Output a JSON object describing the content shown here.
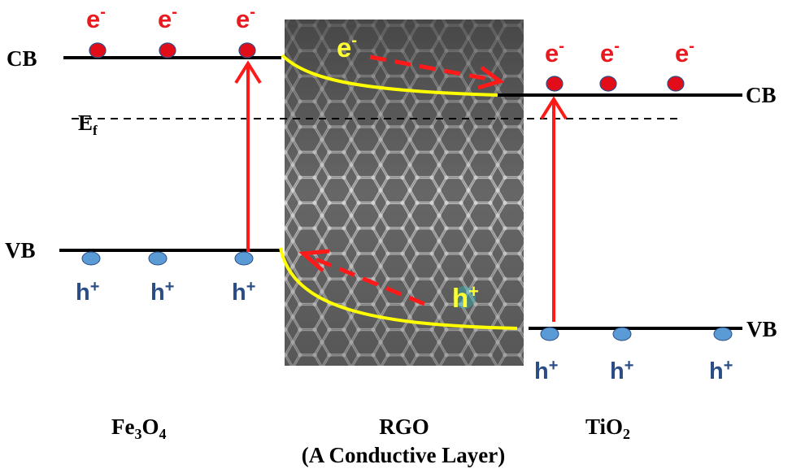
{
  "levels": {
    "cb_left": "CB",
    "vb_left": "VB",
    "cb_right": "CB",
    "vb_right": "VB",
    "ef": {
      "main": "E",
      "sub": "f"
    }
  },
  "carriers": {
    "electron": {
      "main": "e",
      "sup": "-"
    },
    "hole": {
      "main": "h",
      "sup": "+"
    }
  },
  "materials": {
    "left": {
      "parts": [
        {
          "t": "Fe"
        },
        {
          "t": "3",
          "sub": true
        },
        {
          "t": "O"
        },
        {
          "t": "4",
          "sub": true
        }
      ]
    },
    "middle": "RGO",
    "middle_note": "(A Conductive Layer)",
    "right": {
      "parts": [
        {
          "t": "TiO"
        },
        {
          "t": "2",
          "sub": true
        }
      ]
    }
  },
  "colors": {
    "band_line": "#000000",
    "electron_text": "#e8191f",
    "electron_dot": "#e10e1a",
    "hole_text": "#2a4d86",
    "hole_dot": "#5b9bd5",
    "arrow": "#ff1a1a",
    "bend_curve": "#ffff00",
    "rgo_carrier_text": "#ffff33",
    "rgo_background": "#6e6e6e"
  }
}
